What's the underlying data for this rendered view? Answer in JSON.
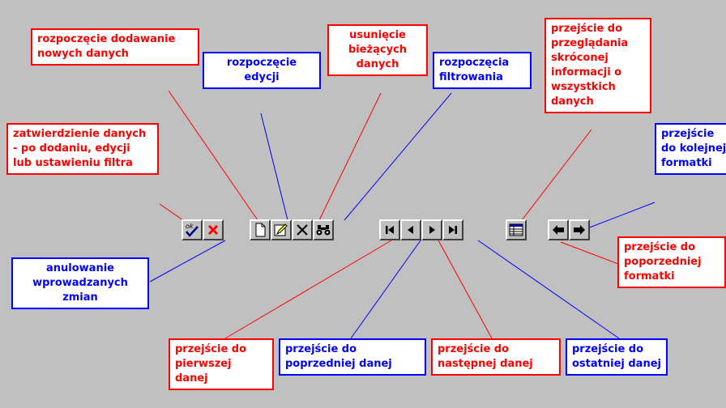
{
  "callouts": {
    "add_new": "rozpoczęcie dodawanie nowych danych",
    "start_edit": "rozpoczęcie edycji",
    "delete_current": "usunięcie bieżących danych",
    "start_filter": "rozpoczęcia filtrowania",
    "summary_view": "przejście do przeglądania skróconej informacji o wszystkich danych",
    "confirm": "zatwierdzienie danych - po dodaniu, edycji lub ustawieniu filtra",
    "next_form": "przejście do kolejnej formatki",
    "cancel": "anulowanie wprowadzanych zmian",
    "prev_form": "przejście do poporzedniej formatki",
    "first_record": "przejście do pierwszej danej",
    "prev_record": "przejście do poprzedniej danej",
    "next_record": "przejście do następnej danej",
    "last_record": "przejście do ostatniej danej"
  },
  "toolbar": {
    "ok_label": "ok"
  },
  "colors": {
    "background": "#c0c0c0",
    "red": "#ff0000",
    "blue": "#0000ff"
  },
  "icons": [
    "ok-check-icon",
    "cancel-x-icon",
    "new-document-icon",
    "edit-pencil-icon",
    "delete-x-icon",
    "binoculars-icon",
    "first-record-icon",
    "previous-record-icon",
    "next-record-icon",
    "last-record-icon",
    "table-icon",
    "arrow-left-icon",
    "arrow-right-icon"
  ]
}
